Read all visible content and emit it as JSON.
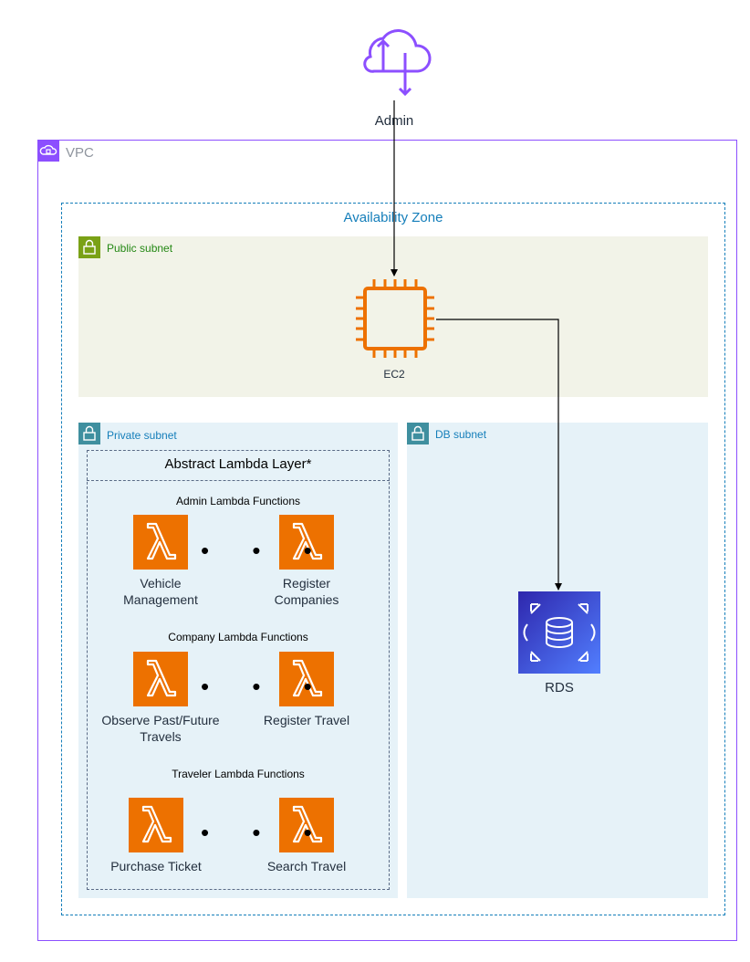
{
  "admin": {
    "label": "Admin"
  },
  "vpc": {
    "label": "VPC"
  },
  "availability_zone": {
    "label": "Availability Zone"
  },
  "public_subnet": {
    "label": "Public subnet",
    "node": {
      "label": "EC2",
      "icon": "ec2-chip-icon"
    }
  },
  "private_subnet": {
    "label": "Private subnet",
    "layer": {
      "title": "Abstract Lambda Layer*",
      "groups": [
        {
          "title": "Admin Lambda Functions",
          "first": "Vehicle\nManagement",
          "last": "Register\nCompanies"
        },
        {
          "title": "Company Lambda Functions",
          "first": "Observe Past/Future\nTravels",
          "last": "Register Travel"
        },
        {
          "title": "Traveler Lambda Functions",
          "first": "Purchase Ticket",
          "last": "Search Travel"
        }
      ],
      "ellipsis": "• • •"
    }
  },
  "db_subnet": {
    "label": "DB subnet",
    "node": {
      "label": "RDS",
      "icon": "rds-database-icon"
    }
  },
  "colors": {
    "vpc": "#8c4fff",
    "az": "#147eba",
    "public_bg": "#f2f3e8",
    "private_bg": "#e6f2f8",
    "lambda": "#ed7100",
    "ec2": "#ed7100",
    "rds": "#527fff"
  }
}
